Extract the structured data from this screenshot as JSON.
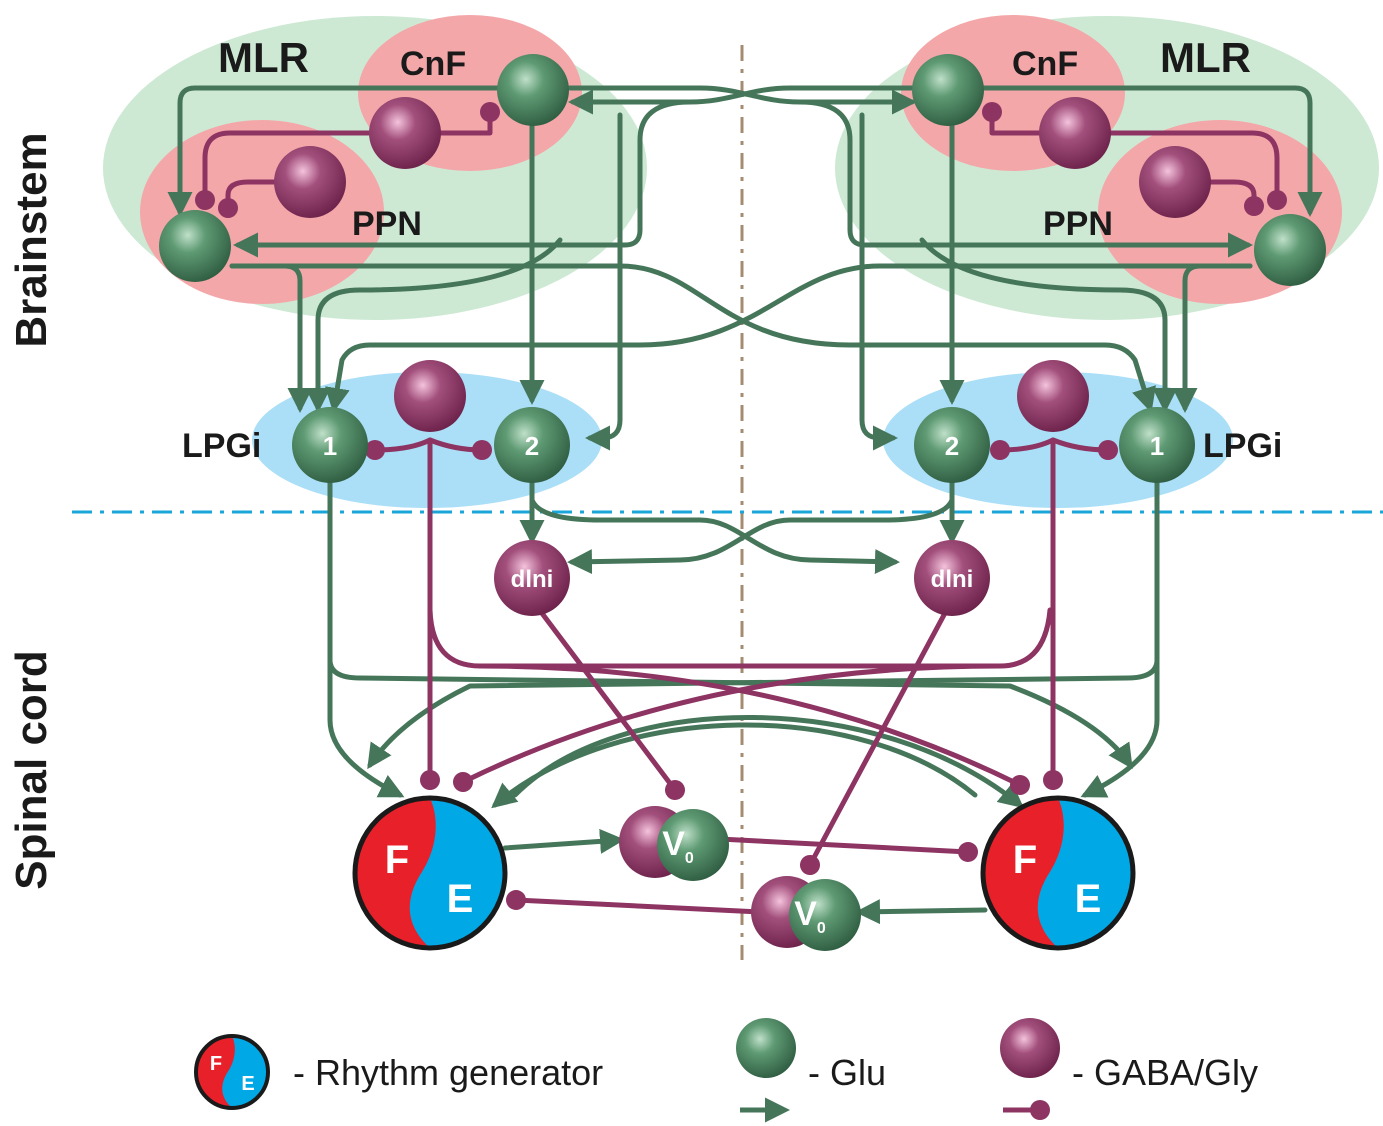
{
  "regions": {
    "brainstem": "Brainstem",
    "spinal_cord": "Spinal cord"
  },
  "left": {
    "mlr": "MLR",
    "cnf": "CnF",
    "ppn": "PPN",
    "lpgi": "LPGi",
    "lpgi_1": "1",
    "lpgi_2": "2",
    "dlni": "dlni",
    "rg_f": "F",
    "rg_e": "E",
    "v0_main": "V",
    "v0_sub": "0"
  },
  "right": {
    "mlr": "MLR",
    "cnf": "CnF",
    "ppn": "PPN",
    "lpgi": "LPGi",
    "lpgi_1": "1",
    "lpgi_2": "2",
    "dlni": "dlni",
    "rg_f": "F",
    "rg_e": "E",
    "v0_main": "V",
    "v0_sub": "0"
  },
  "legend": {
    "rhythm_generator": "- Rhythm generator",
    "rg_f": "F",
    "rg_e": "E",
    "glu": "- Glu",
    "gaba": "- GABA/Gly"
  },
  "colors": {
    "glu": "#46765a",
    "gaba": "#8d3463",
    "mlr_region": "#cde9d4",
    "cnf_ppn_region": "#f4a7a9",
    "lpgi_region": "#aadff7",
    "flexor": "#e8202a",
    "extensor": "#00a8e6",
    "midline": "#a58c70",
    "border_line": "#1aa5d8"
  }
}
